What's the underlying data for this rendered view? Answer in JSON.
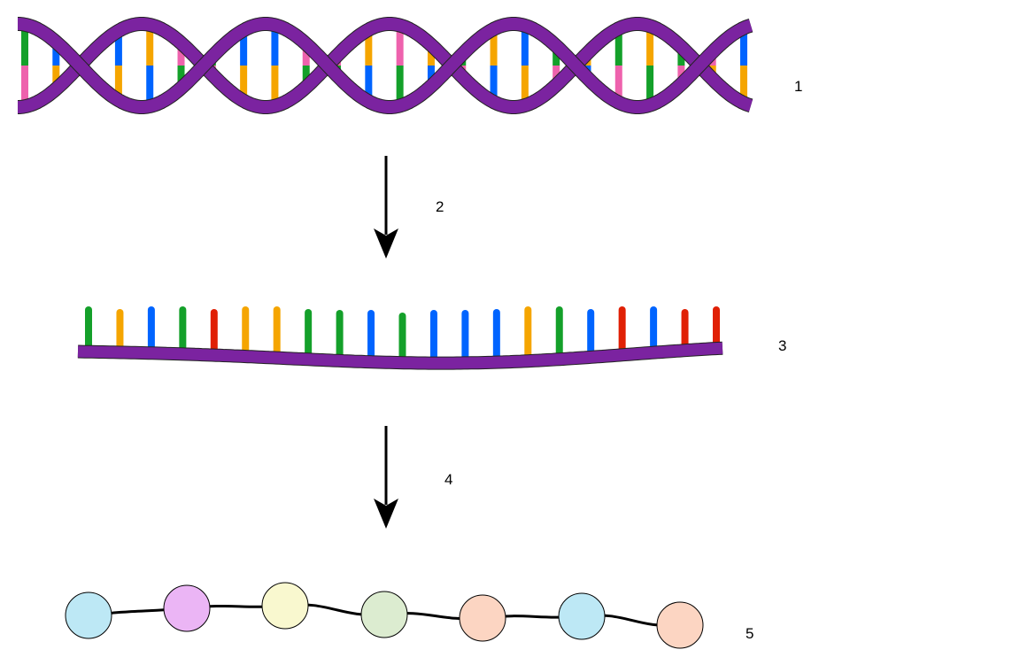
{
  "labels": {
    "step1": "1",
    "step2": "2",
    "step3": "3",
    "step4": "4",
    "step5": "5"
  },
  "colors": {
    "backbone": "#7b23a0",
    "green": "#14a02a",
    "pink": "#ee62ad",
    "blue": "#0064ff",
    "orange": "#f5a500",
    "red": "#e02005",
    "outline": "#000000"
  },
  "dna_base_pairs": [
    [
      "green",
      "pink"
    ],
    [
      "blue",
      "orange"
    ],
    [
      "pink",
      "green"
    ],
    [
      "blue",
      "orange"
    ],
    [
      "orange",
      "blue"
    ],
    [
      "pink",
      "green"
    ],
    [
      "green",
      "pink"
    ],
    [
      "blue",
      "orange"
    ],
    [
      "blue",
      "orange"
    ],
    [
      "pink",
      "green"
    ],
    [
      "pink",
      "green"
    ],
    [
      "orange",
      "blue"
    ],
    [
      "pink",
      "green"
    ],
    [
      "orange",
      "blue"
    ],
    [
      "green",
      "pink"
    ],
    [
      "orange",
      "blue"
    ],
    [
      "blue",
      "orange"
    ],
    [
      "green",
      "pink"
    ],
    [
      "orange",
      "blue"
    ],
    [
      "green",
      "pink"
    ],
    [
      "orange",
      "green"
    ],
    [
      "green",
      "pink"
    ],
    [
      "pink",
      "orange"
    ],
    [
      "blue",
      "orange"
    ]
  ],
  "rna_bases": [
    "green",
    "orange",
    "blue",
    "green",
    "red",
    "orange",
    "orange",
    "green",
    "green",
    "blue",
    "green",
    "blue",
    "blue",
    "blue",
    "orange",
    "green",
    "blue",
    "red",
    "blue",
    "red",
    "red"
  ],
  "amino_acids": [
    "#bde8f5",
    "#ebb5f5",
    "#f9f8cf",
    "#dcecd0",
    "#fcd5c2",
    "#bde8f5",
    "#fcd5c2"
  ]
}
